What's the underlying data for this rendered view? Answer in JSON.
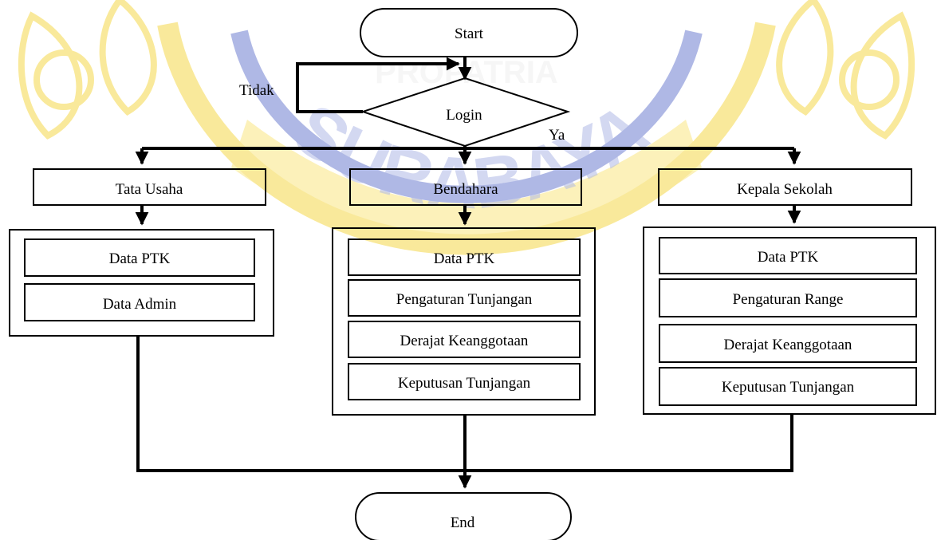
{
  "watermark": {
    "text_top": "PROPATRIA",
    "text_arc": "SURABAYA",
    "gold_color": "#f5d84a",
    "blue_color": "#6f7fd0"
  },
  "flowchart": {
    "start": "Start",
    "login": "Login",
    "no_label": "Tidak",
    "yes_label": "Ya",
    "end": "End",
    "roles": [
      {
        "name": "Tata Usaha",
        "items": [
          "Data PTK",
          "Data Admin"
        ]
      },
      {
        "name": "Bendahara",
        "items": [
          "Data PTK",
          "Pengaturan Tunjangan",
          "Derajat Keanggotaan",
          "Keputusan Tunjangan"
        ]
      },
      {
        "name": "Kepala Sekolah",
        "items": [
          "Data PTK",
          "Pengaturan Range",
          "Derajat Keanggotaan",
          "Keputusan Tunjangan"
        ]
      }
    ]
  }
}
